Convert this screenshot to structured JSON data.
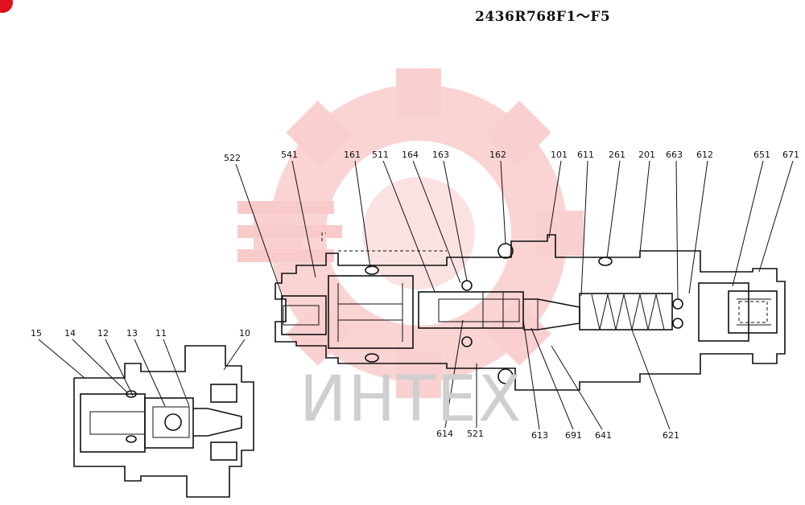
{
  "header": {
    "title": "2436R768F1～F5"
  },
  "watermark": {
    "text": "ИНТЕХ",
    "color": "#e84040"
  },
  "colors": {
    "line": "#111111",
    "watermark_red": "#ef5a5a",
    "watermark_gray": "#cfcfcf",
    "badge": "#e01020"
  },
  "main_labels": {
    "l522": "522",
    "l541": "541",
    "l161": "161",
    "l511": "511",
    "l164": "164",
    "l163": "163",
    "l162": "162",
    "l101": "101",
    "l611": "611",
    "l261": "261",
    "l201": "201",
    "l663": "663",
    "l612": "612",
    "l651": "651",
    "l671": "671",
    "l614": "614",
    "l521": "521",
    "l613": "613",
    "l691": "691",
    "l641": "641",
    "l621": "621"
  },
  "detail_labels": {
    "l15": "15",
    "l14": "14",
    "l12": "12",
    "l13": "13",
    "l11": "11",
    "l10": "10"
  }
}
